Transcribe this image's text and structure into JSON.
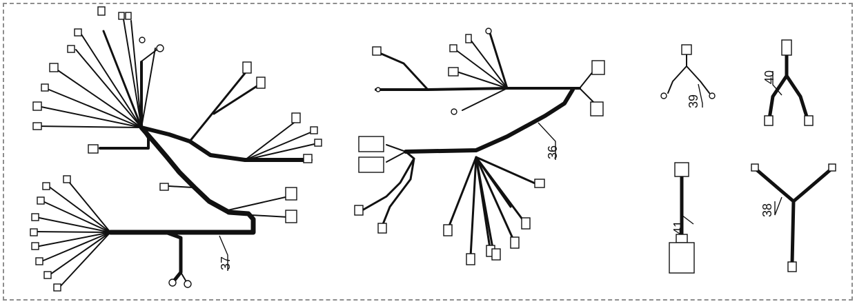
{
  "diagram": {
    "labels": {
      "harness_36": "36",
      "harness_37": "37",
      "harness_38": "38",
      "harness_39": "39",
      "harness_40": "40",
      "harness_41": "41"
    }
  }
}
